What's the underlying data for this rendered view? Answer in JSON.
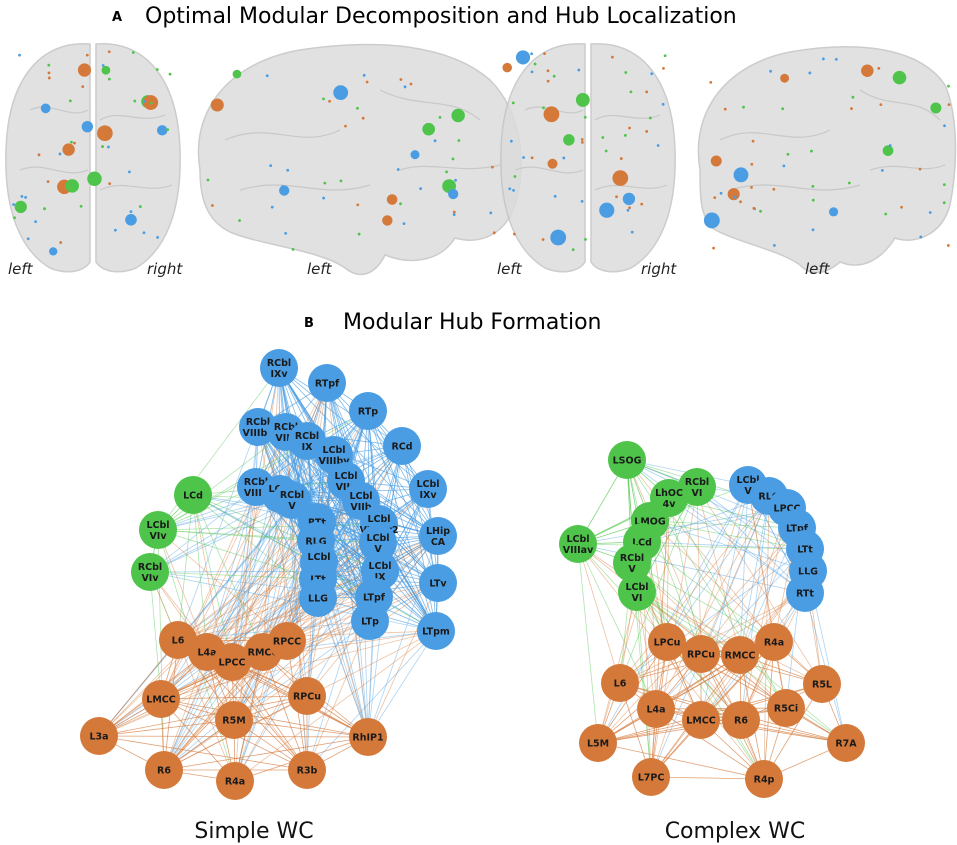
{
  "panel_a": {
    "letter": "A",
    "title": "Optimal Modular Decomposition and Hub Localization",
    "views": [
      {
        "label1": "left",
        "label2": "right"
      },
      {
        "label1": "left"
      },
      {
        "label1": "left",
        "label2": "right"
      },
      {
        "label1": "left"
      }
    ]
  },
  "panel_b": {
    "letter": "B",
    "title": "Modular Hub Formation"
  },
  "colors": {
    "blue": "#4a9de3",
    "green": "#4ec44a",
    "orange": "#d4793a",
    "brain": "#d9d9d9"
  },
  "networks": [
    {
      "caption": "Simple WC",
      "nodes": [
        {
          "id": "RCblIXv",
          "label": [
            "RCbl",
            "IXv"
          ],
          "module": "blue"
        },
        {
          "id": "RTpf",
          "label": [
            "RTpf"
          ],
          "module": "blue"
        },
        {
          "id": "RTp",
          "label": [
            "RTp"
          ],
          "module": "blue"
        },
        {
          "id": "RCblVIIIbv",
          "label": [
            "RCbl",
            "VIIIbv"
          ],
          "module": "blue"
        },
        {
          "id": "RCblVIIb",
          "label": [
            "RCbl",
            "VIIb"
          ],
          "module": "blue"
        },
        {
          "id": "RCblIX",
          "label": [
            "RCbl",
            "IX"
          ],
          "module": "blue"
        },
        {
          "id": "RCd",
          "label": [
            "RCd"
          ],
          "module": "blue"
        },
        {
          "id": "LCblVIIIbv",
          "label": [
            "LCbl",
            "VIIIbv"
          ],
          "module": "blue"
        },
        {
          "id": "RCblVIIIa",
          "label": [
            "RCbl",
            "VIIIa"
          ],
          "module": "blue"
        },
        {
          "id": "LCblVIIa",
          "label": [
            "LCbl",
            "VIIa"
          ],
          "module": "blue"
        },
        {
          "id": "LCblIXv",
          "label": [
            "LCbl",
            "IXv"
          ],
          "module": "blue"
        },
        {
          "id": "LCblVI",
          "label": [
            "LCbl",
            "VI"
          ],
          "module": "blue"
        },
        {
          "id": "RCblV",
          "label": [
            "RCbl",
            "V"
          ],
          "module": "blue"
        },
        {
          "id": "LCblVIIb",
          "label": [
            "LCbl",
            "VIIb"
          ],
          "module": "blue"
        },
        {
          "id": "RTt",
          "label": [
            "RTt"
          ],
          "module": "blue"
        },
        {
          "id": "LCblVIIaCr2",
          "label": [
            "LCbl",
            "VIIaCr2"
          ],
          "module": "blue"
        },
        {
          "id": "LHipCA",
          "label": [
            "LHip",
            "CA"
          ],
          "module": "blue"
        },
        {
          "id": "RLG",
          "label": [
            "RLG"
          ],
          "module": "blue"
        },
        {
          "id": "LCblV",
          "label": [
            "LCbl",
            "V"
          ],
          "module": "blue"
        },
        {
          "id": "LCblVI2",
          "label": [
            "LCbl",
            "VI"
          ],
          "module": "blue"
        },
        {
          "id": "LCblIX",
          "label": [
            "LCbl",
            "IX"
          ],
          "module": "blue"
        },
        {
          "id": "LTt",
          "label": [
            "LTt"
          ],
          "module": "blue"
        },
        {
          "id": "LTv",
          "label": [
            "LTv"
          ],
          "module": "blue"
        },
        {
          "id": "LLG",
          "label": [
            "LLG"
          ],
          "module": "blue"
        },
        {
          "id": "LTpf",
          "label": [
            "LTpf"
          ],
          "module": "blue"
        },
        {
          "id": "LTp",
          "label": [
            "LTp"
          ],
          "module": "blue"
        },
        {
          "id": "LTpm",
          "label": [
            "LTpm"
          ],
          "module": "blue"
        },
        {
          "id": "LCd",
          "label": [
            "LCd"
          ],
          "module": "green"
        },
        {
          "id": "LCblVIv",
          "label": [
            "LCbl",
            "VIv"
          ],
          "module": "green"
        },
        {
          "id": "RCblVIv",
          "label": [
            "RCbl",
            "VIv"
          ],
          "module": "green"
        },
        {
          "id": "L6",
          "label": [
            "L6"
          ],
          "module": "orange"
        },
        {
          "id": "L4a",
          "label": [
            "L4a"
          ],
          "module": "orange"
        },
        {
          "id": "LPCC",
          "label": [
            "LPCC"
          ],
          "module": "orange"
        },
        {
          "id": "RMCC",
          "label": [
            "RMCC"
          ],
          "module": "orange"
        },
        {
          "id": "RPCC",
          "label": [
            "RPCC"
          ],
          "module": "orange"
        },
        {
          "id": "LMCC",
          "label": [
            "LMCC"
          ],
          "module": "orange"
        },
        {
          "id": "RPCu",
          "label": [
            "RPCu"
          ],
          "module": "orange"
        },
        {
          "id": "R5M",
          "label": [
            "R5M"
          ],
          "module": "orange"
        },
        {
          "id": "L3a",
          "label": [
            "L3a"
          ],
          "module": "orange"
        },
        {
          "id": "RhIP1",
          "label": [
            "RhIP1"
          ],
          "module": "orange"
        },
        {
          "id": "R6",
          "label": [
            "R6"
          ],
          "module": "orange"
        },
        {
          "id": "R4a",
          "label": [
            "R4a"
          ],
          "module": "orange"
        },
        {
          "id": "R3b",
          "label": [
            "R3b"
          ],
          "module": "orange"
        }
      ]
    },
    {
      "caption": "Complex WC",
      "nodes": [
        {
          "id": "LSOG",
          "label": [
            "LSOG"
          ],
          "module": "green"
        },
        {
          "id": "RCblVI",
          "label": [
            "RCbl",
            "VI"
          ],
          "module": "green"
        },
        {
          "id": "LhOC4v",
          "label": [
            "LhOC",
            "4v"
          ],
          "module": "green"
        },
        {
          "id": "LMOG",
          "label": [
            "LMOG"
          ],
          "module": "green"
        },
        {
          "id": "LCblVIIIav",
          "label": [
            "LCbl",
            "VIIIav"
          ],
          "module": "green"
        },
        {
          "id": "LCd",
          "label": [
            "LCd"
          ],
          "module": "green"
        },
        {
          "id": "RCblV",
          "label": [
            "RCbl",
            "V"
          ],
          "module": "green"
        },
        {
          "id": "LCblVI",
          "label": [
            "LCbl",
            "VI"
          ],
          "module": "green"
        },
        {
          "id": "LCblV",
          "label": [
            "LCbl",
            "V"
          ],
          "module": "blue"
        },
        {
          "id": "RLG",
          "label": [
            "RLG"
          ],
          "module": "blue"
        },
        {
          "id": "LPCC",
          "label": [
            "LPCC"
          ],
          "module": "blue"
        },
        {
          "id": "LTpf",
          "label": [
            "LTpf"
          ],
          "module": "blue"
        },
        {
          "id": "LTt",
          "label": [
            "LTt"
          ],
          "module": "blue"
        },
        {
          "id": "LLG",
          "label": [
            "LLG"
          ],
          "module": "blue"
        },
        {
          "id": "RTt",
          "label": [
            "RTt"
          ],
          "module": "blue"
        },
        {
          "id": "LPCu",
          "label": [
            "LPCu"
          ],
          "module": "orange"
        },
        {
          "id": "RPCu",
          "label": [
            "RPCu"
          ],
          "module": "orange"
        },
        {
          "id": "RMCC",
          "label": [
            "RMCC"
          ],
          "module": "orange"
        },
        {
          "id": "R4a",
          "label": [
            "R4a"
          ],
          "module": "orange"
        },
        {
          "id": "L6",
          "label": [
            "L6"
          ],
          "module": "orange"
        },
        {
          "id": "R5L",
          "label": [
            "R5L"
          ],
          "module": "orange"
        },
        {
          "id": "L4a",
          "label": [
            "L4a"
          ],
          "module": "orange"
        },
        {
          "id": "LMCC",
          "label": [
            "LMCC"
          ],
          "module": "orange"
        },
        {
          "id": "R6",
          "label": [
            "R6"
          ],
          "module": "orange"
        },
        {
          "id": "R5Ci",
          "label": [
            "R5Ci"
          ],
          "module": "orange"
        },
        {
          "id": "L5M",
          "label": [
            "L5M"
          ],
          "module": "orange"
        },
        {
          "id": "R7A",
          "label": [
            "R7A"
          ],
          "module": "orange"
        },
        {
          "id": "L7PC",
          "label": [
            "L7PC"
          ],
          "module": "orange"
        },
        {
          "id": "R4p",
          "label": [
            "R4p"
          ],
          "module": "orange"
        }
      ]
    }
  ]
}
